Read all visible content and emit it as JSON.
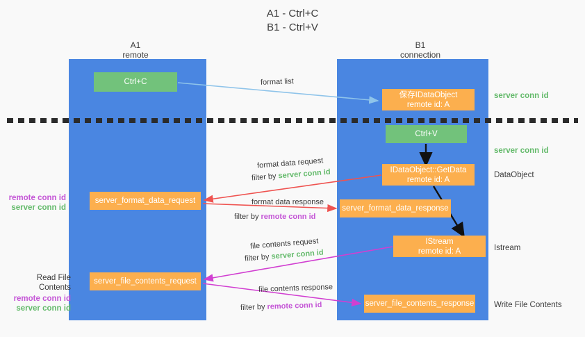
{
  "title": {
    "line1": "A1 - Ctrl+C",
    "line2": "B1 - Ctrl+V"
  },
  "columns": {
    "left": {
      "name": "A1",
      "sub": "remote"
    },
    "right": {
      "name": "B1",
      "sub": "connection"
    }
  },
  "boxes": {
    "ctrl_c": {
      "label": "Ctrl+C",
      "color": "#72c27b"
    },
    "ctrl_v": {
      "label": "Ctrl+V",
      "color": "#72c27b"
    },
    "save_idataobject": {
      "line1": "保存IDataObject",
      "line2": "remote id: A",
      "color": "#fcaf4e"
    },
    "getdata": {
      "line1": "IDataObject::GetData",
      "line2": "remote id: A",
      "color": "#fcaf4e"
    },
    "istream": {
      "line1": "IStream",
      "line2": "remote id: A",
      "color": "#fcaf4e"
    },
    "format_data_request": {
      "label": "server_format_data_request",
      "color": "#fcaf4e"
    },
    "format_data_response": {
      "label": "server_format_data_response",
      "color": "#fcaf4e"
    },
    "file_contents_request": {
      "label": "server_file_contents_request",
      "color": "#fcaf4e"
    },
    "file_contents_response": {
      "label": "server_file_contents_response",
      "color": "#fcaf4e"
    }
  },
  "annotations": {
    "format_list": "format list",
    "format_data_request": "format data request",
    "format_data_request_filter_prefix": "filter by ",
    "format_data_request_filter_value": "server conn id",
    "format_data_response": "format data response",
    "format_data_response_filter_prefix": "filter by ",
    "format_data_response_filter_value": "remote conn id",
    "file_contents_request": "file contents request",
    "file_contents_request_filter_prefix": "filter by ",
    "file_contents_request_filter_value": "server conn id",
    "file_contents_response": "file contents response",
    "file_contents_response_filter_prefix": "filter by ",
    "file_contents_response_filter_value": "remote conn id"
  },
  "side_labels": {
    "server_conn_id_top": "server conn id",
    "server_conn_id_mid": "server conn id",
    "dataobject": "DataObject",
    "istream": "Istream",
    "write_file_contents": "Write File Contents",
    "left_remote_conn_id_1": "remote conn id",
    "left_server_conn_id_1": "server conn id",
    "read_file_contents": "Read File Contents",
    "left_remote_conn_id_2": "remote conn id",
    "left_server_conn_id_2": "server conn id"
  },
  "colors": {
    "lane": "#4a86e1",
    "green_box": "#72c27b",
    "orange_box": "#fcaf4e",
    "green_text": "#64ba6b",
    "purple_text": "#c455d6",
    "red_arrow": "#ef5350",
    "magenta_arrow": "#d13fd1",
    "light_blue_arrow": "#8fc4ea",
    "black_arrow": "#000000",
    "background": "#f9f9f9"
  }
}
